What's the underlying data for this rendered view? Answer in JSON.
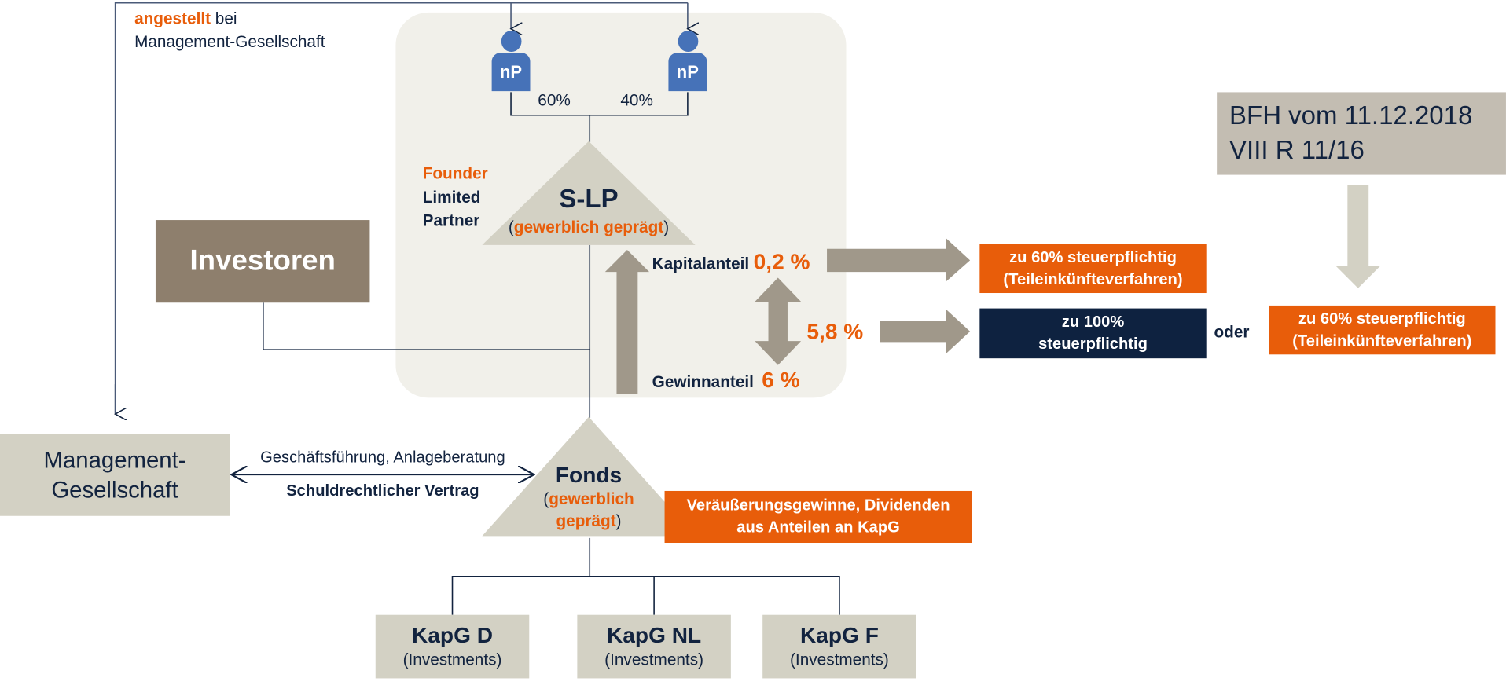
{
  "colors": {
    "navy": "#12233f",
    "orange": "#e85d0a",
    "person_blue": "#4672b8",
    "panel_bg": "#f1f0ea",
    "beige_box": "#d3d1c4",
    "brown_box": "#8e7f6d",
    "bfh_box": "#c3bdb2",
    "arrow_gray": "#a0988a",
    "arrow_light": "#d3d1c4",
    "dark_box": "#0e2240"
  },
  "employment_note": {
    "highlight": "angestellt",
    "rest": " bei",
    "line2": "Management-Gesellschaft"
  },
  "persons": [
    {
      "label": "nP",
      "share": "60%",
      "icon": "person-icon"
    },
    {
      "label": "nP",
      "share": "40%",
      "icon": "person-icon"
    }
  ],
  "slp": {
    "side_label_highlight": "Founder",
    "side_label_line2": "Limited",
    "side_label_line3": "Partner",
    "title": "S-LP",
    "paren_open": "(",
    "subtitle": "gewerblich geprägt",
    "paren_close": ")"
  },
  "investors": {
    "label": "Investoren"
  },
  "shares": {
    "kapital_label": "Kapitalanteil",
    "kapital_value": "0,2 %",
    "diff_value": "5,8 %",
    "gewinn_label": "Gewinnanteil",
    "gewinn_value": "6 %"
  },
  "tax_outcomes": {
    "kapital_box_line1": "zu 60% steuerpflichtig",
    "kapital_box_line2": "(Teileinkünfteverfahren)",
    "diff_box_line1": "zu 100%",
    "diff_box_line2": "steuerpflichtig",
    "or_label": "oder",
    "alt_box_line1": "zu 60% steuerpflichtig",
    "alt_box_line2": "(Teileinkünfteverfahren)"
  },
  "bfh": {
    "line1": "BFH vom 11.12.2018",
    "line2": "VIII R 11/16"
  },
  "management": {
    "line1": "Management-",
    "line2": "Gesellschaft",
    "relation_top": "Geschäftsführung, Anlageberatung",
    "relation_bottom": "Schuldrechtlicher Vertrag"
  },
  "fonds": {
    "title": "Fonds",
    "paren_open": "(",
    "subtitle_line1": "gewerblich",
    "subtitle_line2": "geprägt",
    "paren_close": ")",
    "income_line1": "Veräußerungsgewinne, Dividenden",
    "income_line2": "aus Anteilen an KapG"
  },
  "subsidiaries": [
    {
      "name": "KapG D",
      "sub": "(Investments)"
    },
    {
      "name": "KapG NL",
      "sub": "(Investments)"
    },
    {
      "name": "KapG F",
      "sub": "(Investments)"
    }
  ]
}
